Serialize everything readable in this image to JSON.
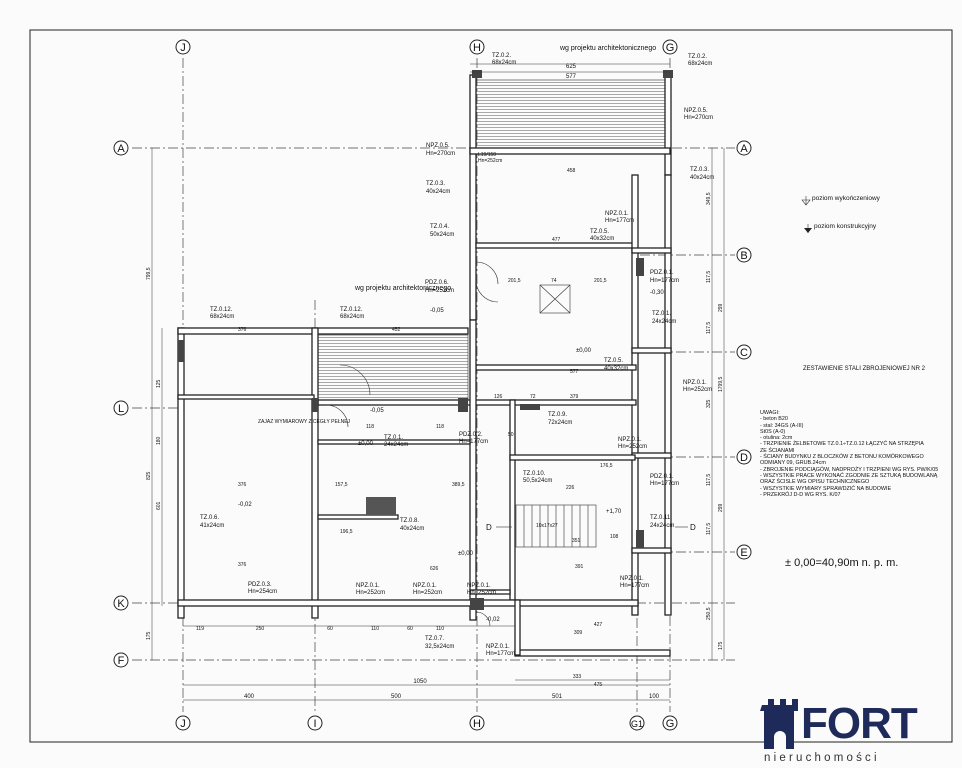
{
  "axes": {
    "top": [
      "J",
      "H",
      "G"
    ],
    "bottom": [
      "J",
      "I",
      "H",
      "G1",
      "G"
    ],
    "left": [
      "A",
      "L",
      "K",
      "F"
    ],
    "right": [
      "A",
      "B",
      "C",
      "D",
      "E"
    ]
  },
  "elements": [
    {
      "code": "TZ.0.2.",
      "size": "68x24cm"
    },
    {
      "code": "TZ.0.2.",
      "size": "68x24cm"
    },
    {
      "code": "NPZ.0.5.",
      "size": "Hn=270cm"
    },
    {
      "code": "NPZ.0.5.",
      "size": "Hn=270cm"
    },
    {
      "code": "TZ.0.3.",
      "size": "40x24cm"
    },
    {
      "code": "TZ.0.3.",
      "size": "40x24cm"
    },
    {
      "code": "TZ.0.4.",
      "size": "50x24cm"
    },
    {
      "code": "NPZ.0.1.",
      "size": "Hn=177cm"
    },
    {
      "code": "TZ.0.5.",
      "size": "40x32cm"
    },
    {
      "code": "PDZ.0.1.",
      "size": "Hn=177cm"
    },
    {
      "code": "TZ.0.1.",
      "size": "24x24cm"
    },
    {
      "code": "PDZ.0.6.",
      "size": "Hn=252cm"
    },
    {
      "code": "TZ.0.12.",
      "size": "68x24cm"
    },
    {
      "code": "TZ.0.12.",
      "size": "68x24cm"
    },
    {
      "code": "TZ.0.5.",
      "size": "40x32cm"
    },
    {
      "code": "NPZ.0.1.",
      "size": "Hn=252cm"
    },
    {
      "code": "TZ.0.9.",
      "size": "72x24cm"
    },
    {
      "code": "PDZ.0.2.",
      "size": "Hn=177cm"
    },
    {
      "code": "NPZ.0.1.",
      "size": "Hn=252cm"
    },
    {
      "code": "TZ.0.1.",
      "size": "24x24cm"
    },
    {
      "code": "TZ.0.10.",
      "size": "50,5x24cm"
    },
    {
      "code": "PDZ.0.1.",
      "size": "Hn=177cm"
    },
    {
      "code": "TZ.0.6.",
      "size": "41x24cm"
    },
    {
      "code": "TZ.0.8.",
      "size": "40x24cm"
    },
    {
      "code": "TZ.0.11.",
      "size": "24x24cm"
    },
    {
      "code": "PDZ.0.3.",
      "size": "Hn=254cm"
    },
    {
      "code": "NPZ.0.1.",
      "size": "Hn=252cm"
    },
    {
      "code": "NPZ.0.1.",
      "size": "Hn=252cm"
    },
    {
      "code": "NPZ.0.1.",
      "size": "Hn=252cm"
    },
    {
      "code": "NPZ.0.1.",
      "size": "Hn=177cm"
    },
    {
      "code": "TZ.0.7.",
      "size": "32,5x24cm"
    },
    {
      "code": "NPZ.0.1.",
      "size": "Hn=177cm"
    }
  ],
  "architect_notes": [
    "wg projektu architektonicznego",
    "wg projektu architektonicznego"
  ],
  "levels": [
    "-0,05",
    "-0,05",
    "-0,30",
    "±0,00",
    "±0,00",
    "-0,02",
    "±0,00",
    "+1,70",
    "-0,02"
  ],
  "legend": {
    "finish_level": "poziom wykończeniowy",
    "structural_level": "poziom konstrukcyjny"
  },
  "section_title": "ZESTAWIENIE STALI ZBROJENIOWEJ NR 2",
  "notes": [
    "UWAGI:",
    "- beton B20",
    "- stal: 34GS (A-III)",
    "          St0S (A-0)",
    "- otulina: 2cm",
    "- TRZPIENIE ŻELBETOWE TZ.0.1÷TZ.0.12 ŁĄCZYĆ NA STRZĘPIA",
    "  ZE ŚCIANAMI",
    "- ŚCIANY BUDYNKU Z BLOCZKÓW Z BETONU KOMÓRKOWEGO",
    "  ODMIANY 09, GRUB.24cm",
    "- ZBROJENIE PODCIĄGÓW, NADPROŻY I TRZPIENI WG RYS. PW/K/05",
    "- WSZYSTKIE PRACE WYKONAĆ ZGODNIE ZE SZTUKĄ BUDOWLANĄ",
    "  ORAZ ŚCISLE WG OPISU TECHNICZNEGO",
    "- WSZYSTKIE WYMIARY SPRAWDZIĆ NA BUDOWIE",
    "- PRZEKRÓJ D-D WG RYS. K/07"
  ],
  "elevation": "± 0,00=40,90m n. p. m.",
  "dims": {
    "top": [
      "625",
      "577"
    ],
    "bottom_total": "1050",
    "bottom": [
      "400",
      "500",
      "501",
      "100"
    ],
    "bottom_sub": [
      "119",
      "250",
      "60",
      "110",
      "60",
      "110",
      "309",
      "427",
      "333",
      "475"
    ],
    "left": [
      "799,5",
      "125",
      "180",
      "825",
      "601",
      "175"
    ],
    "right": [
      "349,5",
      "117,5",
      "299",
      "117,5",
      "1799,5",
      "325",
      "117,5",
      "299",
      "117,5",
      "250,5",
      "175"
    ],
    "inner": [
      "458",
      "477",
      "379",
      "577",
      "376",
      "452",
      "376",
      "376",
      "118",
      "118",
      "157,5",
      "389,5",
      "196,5",
      "626",
      "391",
      "351",
      "176,5",
      "226",
      "108",
      "201,5",
      "201,5",
      "74",
      "126",
      "72",
      "50"
    ]
  },
  "stairs_label": "10x17x27",
  "section_marks": [
    "D",
    "D"
  ],
  "small_notes": [
    "L19/150",
    "Hn=252cm",
    "ZAJAZ WYMIAROWY Z CEGŁY PEŁNEJ"
  ],
  "brand": {
    "name": "FORT",
    "sub": "nieruchomości",
    "color": "#1d2a5a"
  }
}
